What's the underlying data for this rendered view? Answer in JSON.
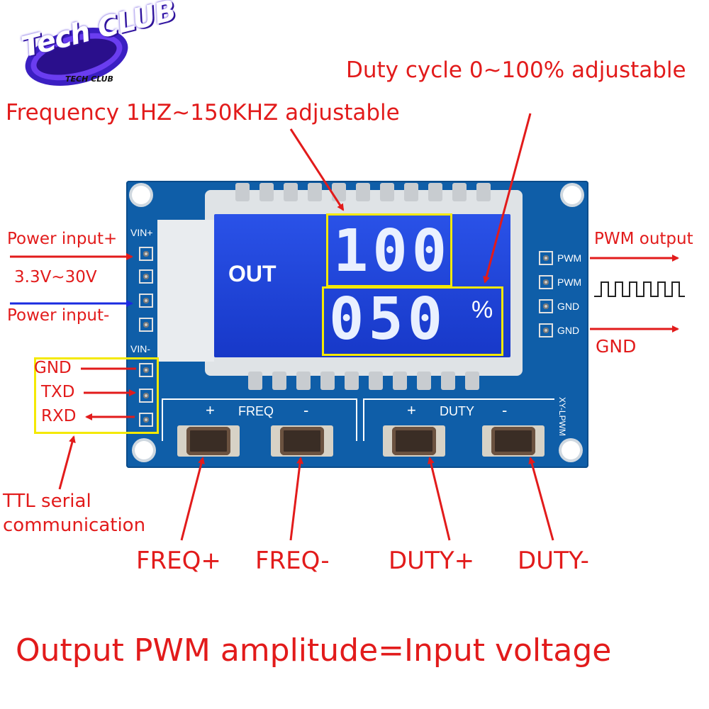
{
  "logo": {
    "mark": "Tech CLUB",
    "tagline": "TECH CLUB"
  },
  "annotations": {
    "duty_cycle": "Duty cycle 0~100% adjustable",
    "frequency": "Frequency 1HZ~150KHZ adjustable",
    "power_input_plus": "Power input+",
    "voltage_range": "3.3V~30V",
    "power_input_minus": "Power input-",
    "pwm_output": "PWM output",
    "gnd_right": "GND",
    "gnd_left": "GND",
    "txd": "TXD",
    "rxd": "RXD",
    "ttl_line1": "TTL serial",
    "ttl_line2": "communication",
    "freq_plus": "FREQ+",
    "freq_minus": "FREQ-",
    "duty_plus": "DUTY+",
    "duty_minus": "DUTY-",
    "footer": "Output PWM amplitude=Input voltage"
  },
  "board": {
    "lcd_label": "OUT",
    "lcd_top_value": "100",
    "lcd_bottom_value": "050",
    "lcd_unit": "%",
    "silk_vin_plus": "VIN+",
    "silk_vin_minus": "VIN-",
    "silk_pwm_1": "PWM",
    "silk_pwm_2": "PWM",
    "silk_gnd_1": "GND",
    "silk_gnd_2": "GND",
    "silk_freq_plus": "+",
    "silk_freq": "FREQ",
    "silk_freq_minus": "-",
    "silk_duty_plus": "+",
    "silk_duty": "DUTY",
    "silk_duty_minus": "-",
    "silk_model": "XY-LPWM"
  },
  "colors": {
    "annotation_red": "#e21b1b",
    "highlight_yellow": "#f4e900",
    "pcb_blue": "#0f5ea8",
    "lcd_blue": "#1d3fd9",
    "arrow_blue": "#1a2be0"
  }
}
